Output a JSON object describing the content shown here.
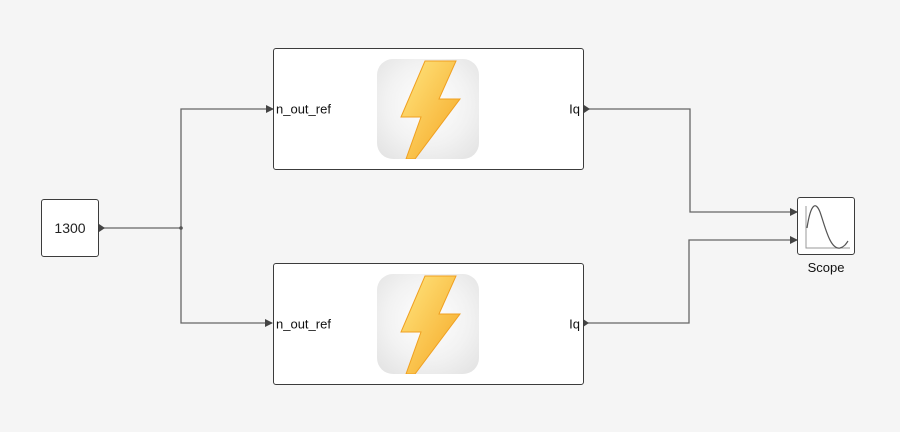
{
  "diagram": {
    "constant_block": {
      "value": "1300"
    },
    "subsystems": [
      {
        "input_port": "n_out_ref",
        "output_port": "Iq",
        "icon": "lightning-bolt-icon"
      },
      {
        "input_port": "n_out_ref",
        "output_port": "Iq",
        "icon": "lightning-bolt-icon"
      }
    ],
    "scope_block": {
      "label": "Scope",
      "icon": "sine-wave-icon"
    }
  },
  "colors": {
    "background": "#f5f5f5",
    "line": "#666666",
    "bolt_light": "#ffe680",
    "bolt_dark": "#f5a623"
  }
}
